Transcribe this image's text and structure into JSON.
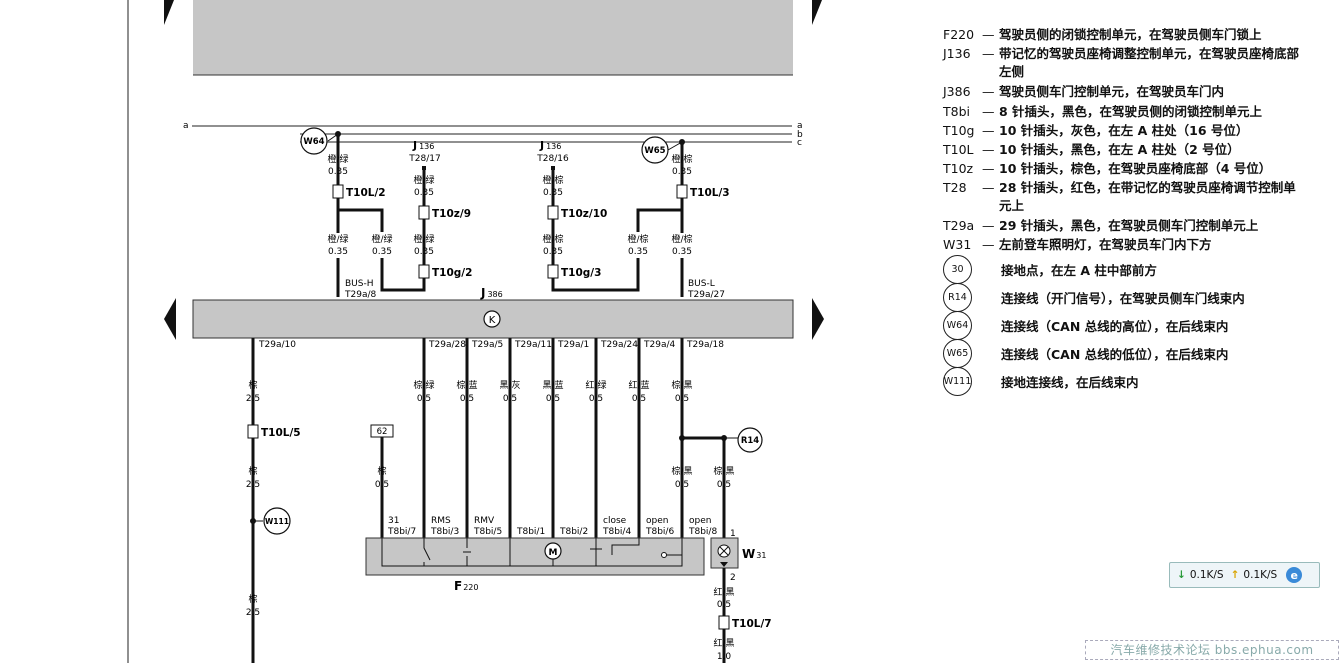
{
  "diagram": {
    "bus_lines": [
      "a",
      "b",
      "c"
    ],
    "ground_refs": {
      "w64": "W64",
      "w65": "W65",
      "w111": "W111",
      "r14": "R14"
    },
    "connectors": {
      "t10l2": "T10L/2",
      "t10z9": "T10z/9",
      "t10g2": "T10g/2",
      "t10z10": "T10z/10",
      "t10g3": "T10g/3",
      "t10l3": "T10L/3",
      "t10l5": "T10L/5",
      "t10l7": "T10L/7"
    },
    "j136_left": {
      "name": "J136",
      "pin": "T28/17"
    },
    "j136_right": {
      "name": "J136",
      "pin": "T28/16"
    },
    "wires": {
      "or_gn": "橙/绿",
      "or_br": "橙/棕",
      "size_035": "0.35",
      "size_05": "0.5",
      "size_25": "2.5",
      "size_10": "1.0",
      "br": "棕",
      "br_gn": "棕/绿",
      "br_bl": "棕/蓝",
      "bk_gr": "黑/灰",
      "bk_bl": "黑/蓝",
      "rd_gn": "红/绿",
      "rd_bl": "红/蓝",
      "br_bk": "棕/黑",
      "rd_bk": "红/黑"
    },
    "bus_h": "BUS-H",
    "bus_l": "BUS-L",
    "t29a8": "T29a/8",
    "t29a27": "T29a/27",
    "j386": "J386",
    "k": "K",
    "pins_bottom": [
      "T29a/10",
      "T29a/28",
      "T29a/5",
      "T29a/11",
      "T29a/1",
      "T29a/24",
      "T29a/4",
      "T29a/18"
    ],
    "f220": {
      "name": "F220",
      "box62": "62",
      "pins": [
        "T8bi/7",
        "T8bi/3",
        "T8bi/5",
        "T8bi/1",
        "T8bi/2",
        "T8bi/4",
        "T8bi/6",
        "T8bi/8"
      ],
      "pin_labels": [
        "31",
        "RMS",
        "RMV",
        "",
        "",
        "close",
        "open",
        "open"
      ],
      "motor": "M"
    },
    "w31": {
      "name": "W31",
      "pin1": "1",
      "pin2": "2"
    }
  },
  "legend": [
    {
      "code": "F220",
      "desc": "驾驶员侧的闭锁控制单元，在驾驶员侧车门锁上"
    },
    {
      "code": "J136",
      "desc": "带记忆的驾驶员座椅调整控制单元，在驾驶员座椅底部左侧"
    },
    {
      "code": "J386",
      "desc": "驾驶员侧车门控制单元，在驾驶员车门内"
    },
    {
      "code": "T8bi",
      "desc": "8 针插头，黑色，在驾驶员侧的闭锁控制单元上"
    },
    {
      "code": "T10g",
      "desc": "10 针插头，灰色，在左 A 柱处（16 号位）"
    },
    {
      "code": "T10L",
      "desc": "10 针插头，黑色，在左 A 柱处（2 号位）"
    },
    {
      "code": "T10z",
      "desc": "10 针插头，棕色，在驾驶员座椅底部（4 号位）"
    },
    {
      "code": "T28",
      "desc": "28 针插头，红色，在带记忆的驾驶员座椅调节控制单元上"
    },
    {
      "code": "T29a",
      "desc": "29 针插头，黑色，在驾驶员侧车门控制单元上"
    },
    {
      "code": "W31",
      "desc": "左前登车照明灯，在驾驶员车门内下方"
    }
  ],
  "legend_dash": "—",
  "circles": [
    {
      "code": "30",
      "desc": "接地点，在左 A 柱中部前方"
    },
    {
      "code": "R14",
      "desc": "连接线（开门信号），在驾驶员侧车门线束内"
    },
    {
      "code": "W64",
      "desc": "连接线（CAN 总线的高位），在后线束内"
    },
    {
      "code": "W65",
      "desc": "连接线（CAN 总线的低位），在后线束内"
    },
    {
      "code": "W111",
      "desc": "接地连接线，在后线束内"
    }
  ],
  "network": {
    "down_arrow": "↓",
    "down": "0.1K/S",
    "up_arrow": "↑",
    "up": "0.1K/S",
    "ie_icon": "e"
  },
  "watermark": "汽车维修技术论坛 bbs.ephua.com"
}
